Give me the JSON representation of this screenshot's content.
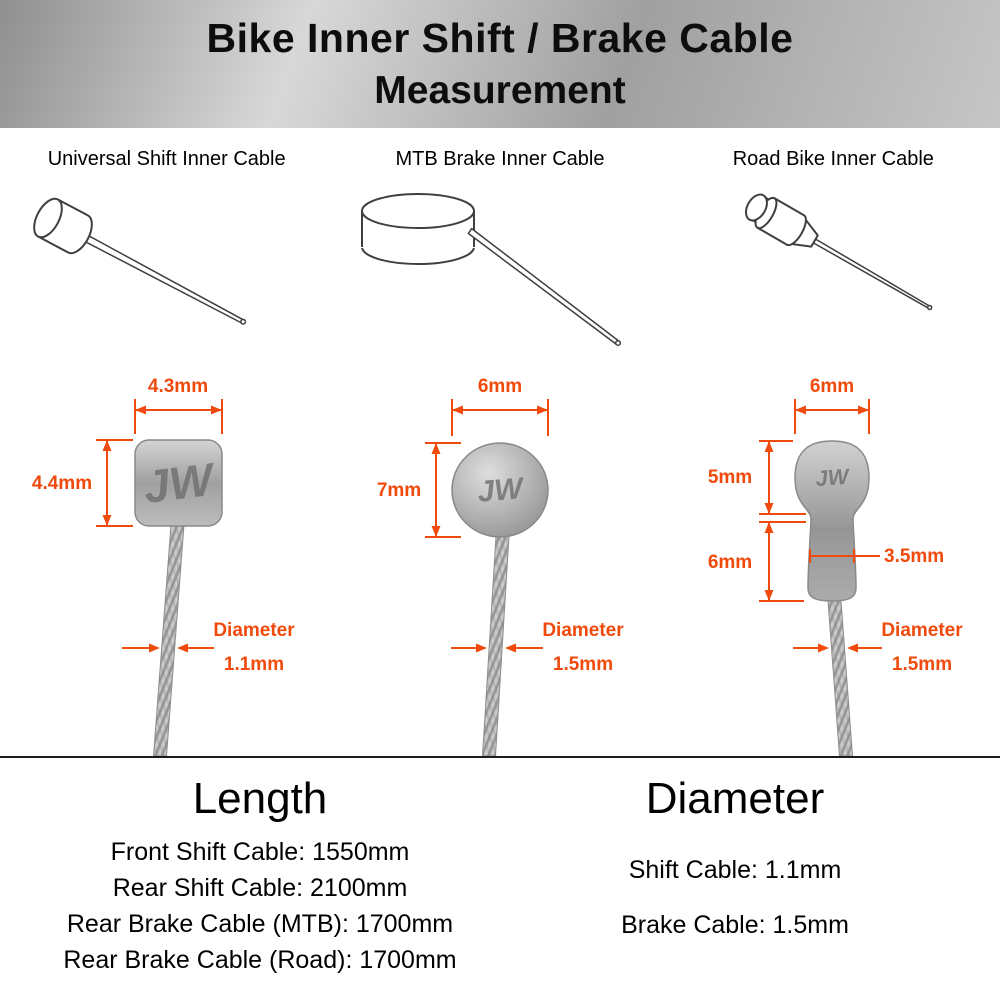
{
  "header": {
    "title_line1": "Bike Inner Shift / Brake Cable",
    "title_line2": "Measurement"
  },
  "brand_mark": "JW",
  "palette": {
    "dimension_color": "#f04a0c",
    "banner_text": "#0d0d0d",
    "banner_gradient": [
      "#8f8f8f",
      "#d8d8d8",
      "#a0a0a0",
      "#c6c6c6"
    ]
  },
  "columns": [
    {
      "label": "Universal Shift Inner Cable",
      "head_width": "4.3mm",
      "head_height": "4.4mm",
      "diameter_label": "Diameter",
      "diameter_value": "1.1mm"
    },
    {
      "label": "MTB Brake Inner Cable",
      "head_width": "6mm",
      "head_height": "7mm",
      "diameter_label": "Diameter",
      "diameter_value": "1.5mm"
    },
    {
      "label": "Road Bike Inner Cable",
      "head_width": "6mm",
      "head_top_height": "5mm",
      "head_bottom_height": "6mm",
      "neck_width": "3.5mm",
      "diameter_label": "Diameter",
      "diameter_value": "1.5mm"
    }
  ],
  "specs": {
    "length": {
      "heading": "Length",
      "items": [
        "Front Shift Cable: 1550mm",
        "Rear Shift Cable: 2100mm",
        "Rear Brake Cable (MTB): 1700mm",
        "Rear Brake Cable (Road): 1700mm"
      ]
    },
    "diameter": {
      "heading": "Diameter",
      "items": [
        "Shift Cable: 1.1mm",
        "Brake Cable: 1.5mm"
      ]
    }
  }
}
